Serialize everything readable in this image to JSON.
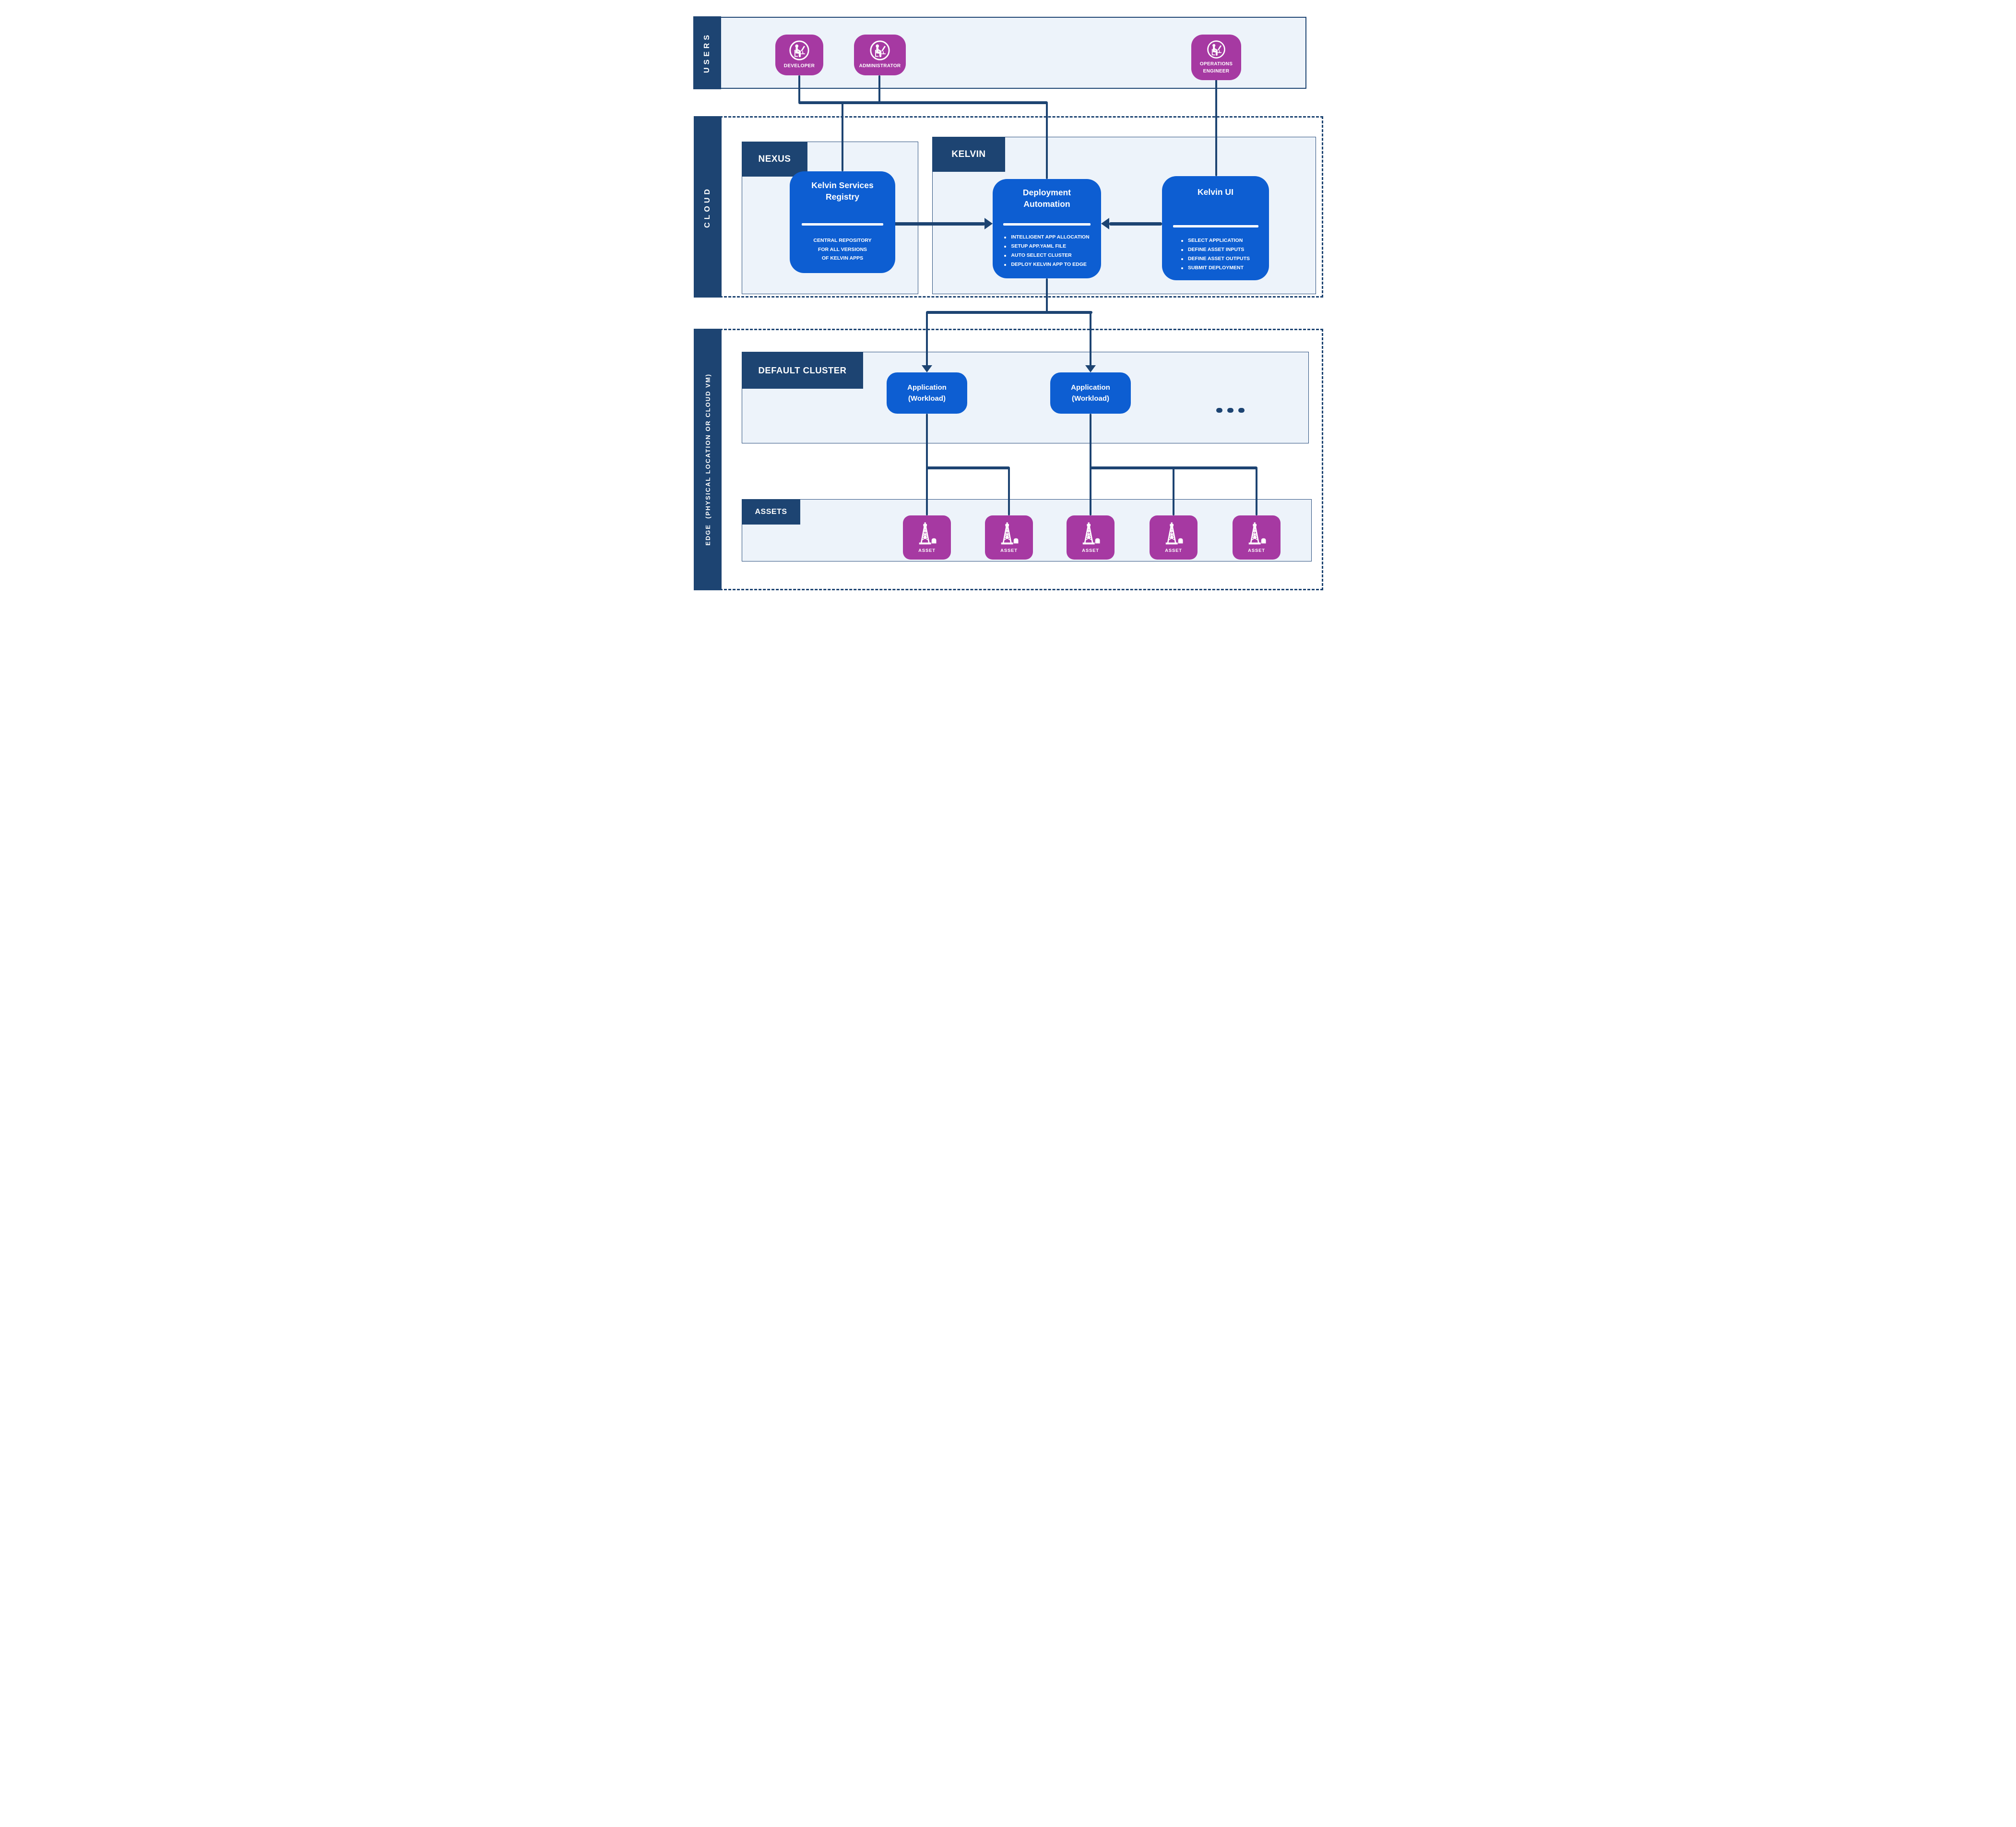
{
  "colors": {
    "navy": "#1d4472",
    "blue": "#0d5ed2",
    "purple": "#a639a2",
    "panel_fill": "#edf3fa",
    "text_on_dark": "#ffffff"
  },
  "bands": {
    "users": "USERS",
    "cloud": "CLOUD",
    "edge": "EDGE  (PHYSICAL LOCATION OR CLOUD VM)"
  },
  "actors": {
    "developer": {
      "label": "DEVELOPER"
    },
    "administrator": {
      "label": "ADMINISTRATOR"
    },
    "operations_engineer": {
      "label": "OPERATIONS\nENGINEER"
    }
  },
  "nexus": {
    "tab": "NEXUS",
    "registry": {
      "title": "Kelvin Services\nRegistry",
      "description": "CENTRAL REPOSITORY\nFOR ALL VERSIONS\nOF KELVIN APPS"
    }
  },
  "kelvin": {
    "tab": "KELVIN",
    "deployment_automation": {
      "title": "Deployment\nAutomation",
      "bullets": [
        "INTELLIGENT APP ALLOCATION",
        "SETUP APP.YAML FILE",
        "AUTO SELECT CLUSTER",
        "DEPLOY KELVIN APP TO EDGE"
      ]
    },
    "kelvin_ui": {
      "title": "Kelvin UI",
      "bullets": [
        "SELECT APPLICATION",
        "DEFINE ASSET INPUTS",
        "DEFINE ASSET OUTPUTS",
        "SUBMIT DEPLOYMENT"
      ]
    }
  },
  "cluster": {
    "tab": "DEFAULT CLUSTER",
    "applications": [
      {
        "title": "Application\n(Workload)"
      },
      {
        "title": "Application\n(Workload)"
      }
    ]
  },
  "assets": {
    "tab": "ASSETS",
    "items": [
      {
        "label": "ASSET"
      },
      {
        "label": "ASSET"
      },
      {
        "label": "ASSET"
      },
      {
        "label": "ASSET"
      },
      {
        "label": "ASSET"
      }
    ]
  }
}
